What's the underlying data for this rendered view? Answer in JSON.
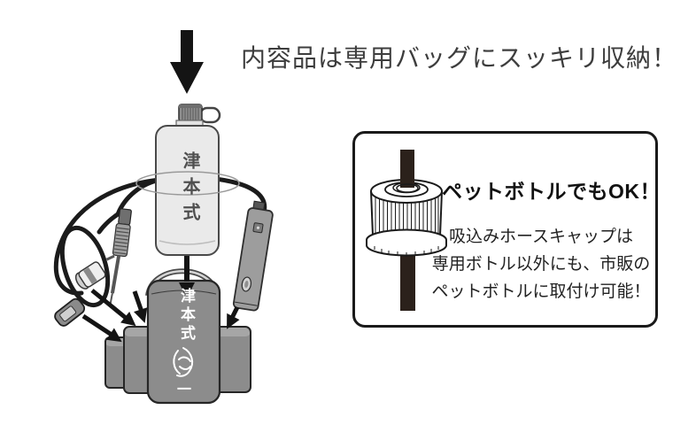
{
  "header": {
    "title": "内容品は専用バッグにスッキリ収納！"
  },
  "diagram": {
    "bottle_label": "津本式",
    "bag_label": "津本式",
    "bag_dash": "一"
  },
  "callout": {
    "title": "ペットボトルでもOK！",
    "lines": [
      "吸込みホースキャップは",
      "専用ボトル以外にも、市販の",
      "ペットボトルに取付け可能！"
    ]
  },
  "icons": {
    "down_arrow": "▼",
    "packing_arrow": "↘"
  },
  "colors": {
    "hose": "#1b1b1b",
    "tube": "#2b211b",
    "bag": "#8c8c8c",
    "bag_flap": "#a6a6a6",
    "bottle": "#eaeaea",
    "outline": "#262626",
    "headline_text": "#3d3d3d",
    "callout_border": "#1a1a1a",
    "arrow": "#141414"
  }
}
